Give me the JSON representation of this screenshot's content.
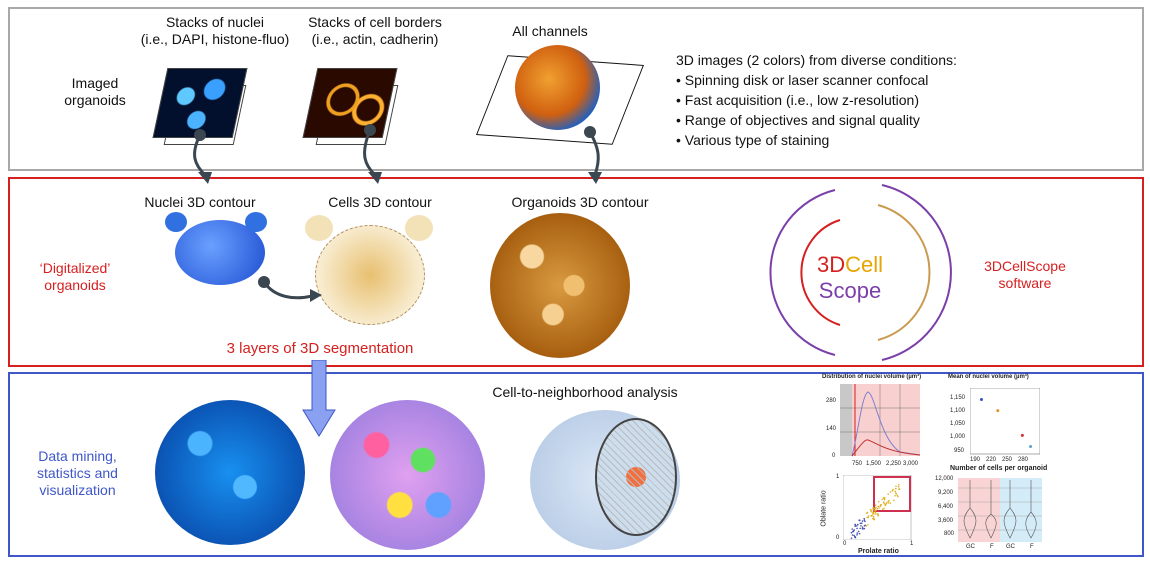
{
  "top": {
    "row_label": "Imaged\norganoids",
    "nuclei_title": "Stacks of nuclei\n(i.e., DAPI, histone-fluo)",
    "borders_title": "Stacks of cell borders\n(i.e., actin, cadherin)",
    "channels_title": "All channels",
    "description": "3D images (2 colors) from diverse conditions:",
    "bullets": [
      "Spinning disk or laser scanner confocal",
      "Fast acquisition (i.e., low z-resolution)",
      "Range of objectives and signal quality",
      "Various type of staining"
    ]
  },
  "middle": {
    "row_label": "‘Digitalized’\norganoids",
    "nuclei_contour": "Nuclei 3D contour",
    "cells_contour": "Cells 3D contour",
    "organoids_contour": "Organoids 3D contour",
    "segmentation_note": "3 layers of 3D segmentation",
    "logo_part1": "3D",
    "logo_part2": "Cell",
    "logo_part3": "Scope",
    "software_label": "3DCellScope\nsoftware"
  },
  "bottom": {
    "row_label": "Data mining,\nstatistics and\nvisualization",
    "neighborhood_title": "Cell-to-neighborhood analysis",
    "charts": {
      "hist": {
        "title": "Distribution of nuclei volume (µm³)",
        "y_ticks": [
          "280",
          "140",
          "0"
        ],
        "x_ticks": [
          "750",
          "1,500",
          "2,250",
          "3,000"
        ]
      },
      "mean": {
        "title": "Mean of nuclei volume (µm³)",
        "y_ticks": [
          "1,150",
          "1,100",
          "1,050",
          "1,000",
          "950"
        ],
        "x_ticks": [
          "190",
          "220",
          "250",
          "280"
        ],
        "xlabel": "Number of cells per organoid",
        "points": [
          [
            190,
            1140
          ],
          [
            220,
            1100
          ],
          [
            265,
            1010
          ],
          [
            280,
            970
          ]
        ]
      },
      "scatter": {
        "xlabel": "Prolate ratio",
        "ylabel": "Oblate ratio",
        "ticks": [
          "0",
          "1"
        ],
        "y_ticks": [
          "1",
          "0"
        ]
      },
      "violin": {
        "y_ticks": [
          "12,000",
          "9,200",
          "6,400",
          "3,600",
          "800"
        ],
        "x_ticks": [
          "GC",
          "F",
          "GC",
          "F"
        ]
      }
    }
  },
  "colors": {
    "top_border": "#a8a8a8",
    "middle_border": "#d62020",
    "bottom_border": "#3f57c8",
    "red_text": "#d62020",
    "blue_text": "#3f57c8",
    "logo_red": "#d62020",
    "logo_yellow": "#e8a400",
    "logo_purple": "#7a3fa8"
  }
}
